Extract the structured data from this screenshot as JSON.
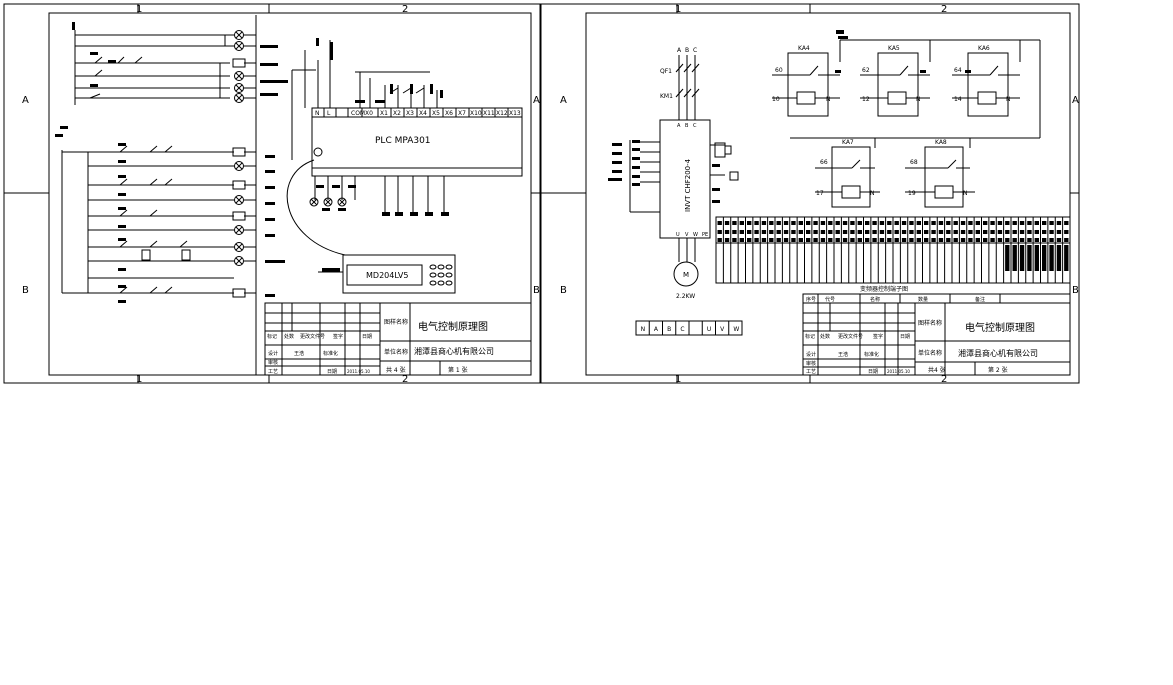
{
  "sheet1": {
    "zone_cols": [
      "1",
      "2"
    ],
    "zone_rows": [
      "A",
      "B"
    ],
    "plc_label": "PLC MPA301",
    "plc_terminals": [
      "N",
      "L",
      "",
      "",
      "COM",
      "X0",
      "X1",
      "X2",
      "X3",
      "X4",
      "X5",
      "X6",
      "X7",
      "X10",
      "X11",
      "X12",
      "X13"
    ],
    "hmi_label": "MD204LV5",
    "title_block": {
      "drawing_name_label": "图样名称",
      "drawing_name": "电气控制原理图",
      "company_label": "单位名称",
      "company": "湘潭县商心机有限公司",
      "rev_headers": [
        "标记",
        "处数",
        "更改文件号",
        "签字",
        "日期"
      ],
      "role_rows": [
        "设计",
        "审核",
        "工艺"
      ],
      "designer": "王浩",
      "std_label": "标准化",
      "date_label": "日期",
      "date": "2011.05.10",
      "sheet_total": "共 4 张",
      "sheet_no": "第 1 张"
    }
  },
  "sheet2": {
    "zone_cols": [
      "1",
      "2"
    ],
    "zone_rows": [
      "A",
      "B"
    ],
    "supply_phases": [
      "A",
      "B",
      "C"
    ],
    "qf_label": "QF1",
    "km_label": "KM1",
    "inverter_label": "INVT CHF200-4",
    "inverter_top": [
      "A",
      "B",
      "C"
    ],
    "inverter_bottom": [
      "U",
      "V",
      "W",
      "PE"
    ],
    "motor_symbol": "M",
    "motor_rating": "2.2KW",
    "relays": [
      {
        "name": "KA4",
        "contact": "60",
        "coil_in": "10",
        "coil_out": "N"
      },
      {
        "name": "KA5",
        "contact": "62",
        "coil_in": "12",
        "coil_out": "N"
      },
      {
        "name": "KA6",
        "contact": "64",
        "coil_in": "14",
        "coil_out": "N"
      },
      {
        "name": "KA7",
        "contact": "66",
        "coil_in": "17",
        "coil_out": "N"
      },
      {
        "name": "KA8",
        "contact": "68",
        "coil_in": "19",
        "coil_out": "N"
      }
    ],
    "terminal_strip_caption": "变频器控制端子图",
    "bom_headers": [
      "序号",
      "代号",
      "名称",
      "数量",
      "备注"
    ],
    "power_terminals": [
      "N",
      "A",
      "B",
      "C",
      "",
      "U",
      "V",
      "W"
    ],
    "title_block": {
      "drawing_name_label": "图样名称",
      "drawing_name": "电气控制原理图",
      "company_label": "单位名称",
      "company": "湘潭县商心机有限公司",
      "rev_headers": [
        "标记",
        "处数",
        "更改文件号",
        "签字",
        "日期"
      ],
      "role_rows": [
        "设计",
        "审核",
        "工艺"
      ],
      "designer": "王浩",
      "std_label": "标准化",
      "date_label": "日期",
      "date": "2011.05.10",
      "sheet_total": "共4 张",
      "sheet_no": "第 2 张"
    }
  }
}
